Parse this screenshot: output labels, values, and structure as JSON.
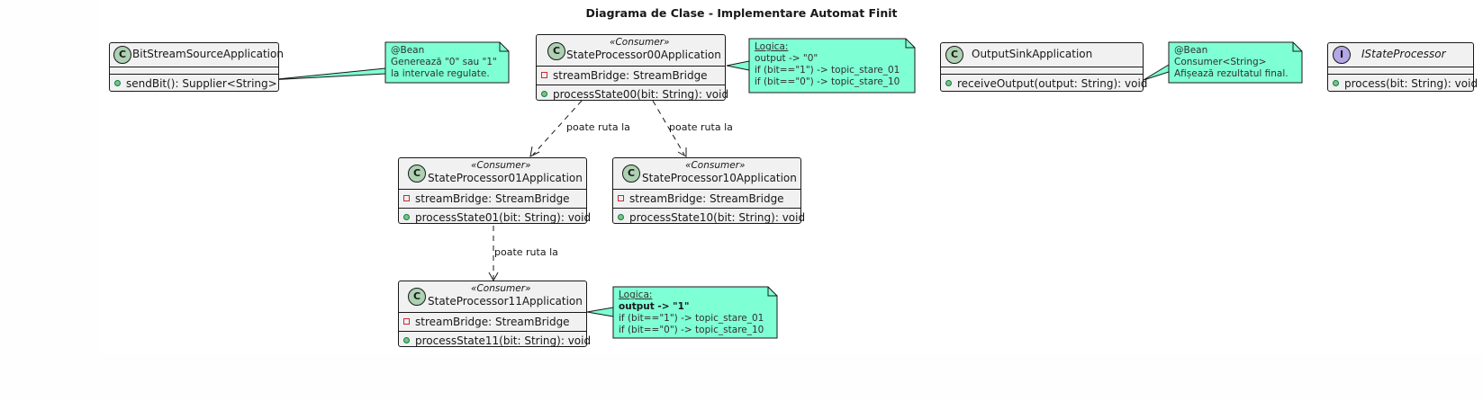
{
  "title": "Diagrama de Clase - Implementare Automat Finit",
  "colors": {
    "note_fill": "#7fffd4",
    "class_fill": "#f1f1f1",
    "class_badge": "#add1b2",
    "interface_badge": "#b4a7e5"
  },
  "classes": {
    "source": {
      "kind": "C",
      "name": "BitStreamSourceApplication",
      "stereotype": "",
      "fields": [],
      "methods": [
        "sendBit(): Supplier<String>"
      ]
    },
    "s00": {
      "kind": "C",
      "name": "StateProcessor00Application",
      "stereotype": "«Consumer»",
      "fields": [
        "streamBridge: StreamBridge"
      ],
      "methods": [
        "processState00(bit: String): void"
      ]
    },
    "s01": {
      "kind": "C",
      "name": "StateProcessor01Application",
      "stereotype": "«Consumer»",
      "fields": [
        "streamBridge: StreamBridge"
      ],
      "methods": [
        "processState01(bit: String): void"
      ]
    },
    "s10": {
      "kind": "C",
      "name": "StateProcessor10Application",
      "stereotype": "«Consumer»",
      "fields": [
        "streamBridge: StreamBridge"
      ],
      "methods": [
        "processState10(bit: String): void"
      ]
    },
    "s11": {
      "kind": "C",
      "name": "StateProcessor11Application",
      "stereotype": "«Consumer»",
      "fields": [
        "streamBridge: StreamBridge"
      ],
      "methods": [
        "processState11(bit: String): void"
      ]
    },
    "sink": {
      "kind": "C",
      "name": "OutputSinkApplication",
      "stereotype": "",
      "fields": [],
      "methods": [
        "receiveOutput(output: String): void"
      ]
    },
    "iface": {
      "kind": "I",
      "name": "IStateProcessor",
      "stereotype": "",
      "fields": [],
      "methods": [
        "process(bit: String): void"
      ]
    }
  },
  "notes": {
    "source": [
      "@Bean",
      "Generează \"0\" sau \"1\"",
      "la intervale regulate."
    ],
    "s00": [
      "Logica:",
      "output -> \"0\"",
      "if (bit==\"1\") -> topic_stare_01",
      "if (bit==\"0\") -> topic_stare_10"
    ],
    "sink": [
      "@Bean",
      "Consumer<String>",
      "Afișează rezultatul final."
    ],
    "s11": [
      "Logica:",
      "output -> \"1\"",
      "if (bit==\"1\") -> topic_stare_01",
      "if (bit==\"0\") -> topic_stare_10"
    ]
  },
  "edges": [
    {
      "from": "StateProcessor00Application",
      "to": "StateProcessor01Application",
      "label": "poate ruta la"
    },
    {
      "from": "StateProcessor00Application",
      "to": "StateProcessor10Application",
      "label": "poate ruta la"
    },
    {
      "from": "StateProcessor01Application",
      "to": "StateProcessor11Application",
      "label": "poate ruta la"
    }
  ]
}
